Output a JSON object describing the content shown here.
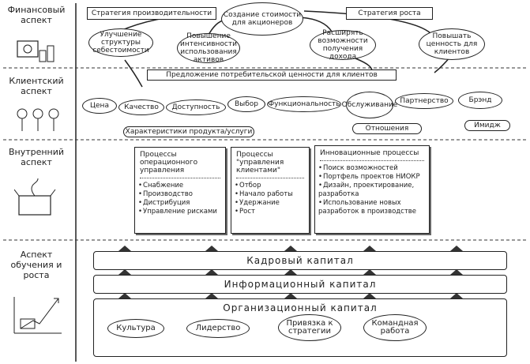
{
  "perspectives": {
    "financial": "Финансовый аспект",
    "customer": "Клиентский аспект",
    "internal": "Внутренний аспект",
    "learning": "Аспект обучения и роста"
  },
  "financial": {
    "productivity_strategy": "Стратегия производительности",
    "shareholder_value": "Создание стоимости для акционеров",
    "growth_strategy": "Стратегия роста",
    "cost_structure": "Улучшение структуры себестоимости",
    "asset_utilization": "Повышение интенсивности использования активов",
    "expand_revenue": "Расширять возможности получения дохода",
    "customer_value": "Повышать ценность для клиентов"
  },
  "customer": {
    "value_proposition": "Предложение потребительской ценности для клиентов",
    "attributes": [
      "Цена",
      "Качество",
      "Доступность",
      "Выбор",
      "Функциональность",
      "Обслуживание",
      "Партнерство",
      "Брэнд"
    ],
    "product_characteristics": "Характеристики продукта/услуги",
    "relationships": "Отношения",
    "image": "Имидж"
  },
  "internal": {
    "operations": {
      "title": "Процессы операционного управления",
      "items": [
        "Снабжение",
        "Производство",
        "Дистрибуция",
        "Управление рисками"
      ]
    },
    "customer_mgmt": {
      "title": "Процессы \"управления клиентами\"",
      "items": [
        "Отбор",
        "Начало работы",
        "Удержание",
        "Рост"
      ]
    },
    "innovation": {
      "title": "Инновационные процессы",
      "items": [
        "Поиск возможностей",
        "Портфель проектов НИОКР",
        "Дизайн, проектирование, разработка",
        "Использование новых разработок в производстве"
      ]
    }
  },
  "learning": {
    "human_capital": "Кадровый капитал",
    "information_capital": "Информационный капитал",
    "organization_capital": "Организационный капитал",
    "org_items": [
      "Культура",
      "Лидерство",
      "Привязка к стратегии",
      "Командная работа"
    ]
  }
}
